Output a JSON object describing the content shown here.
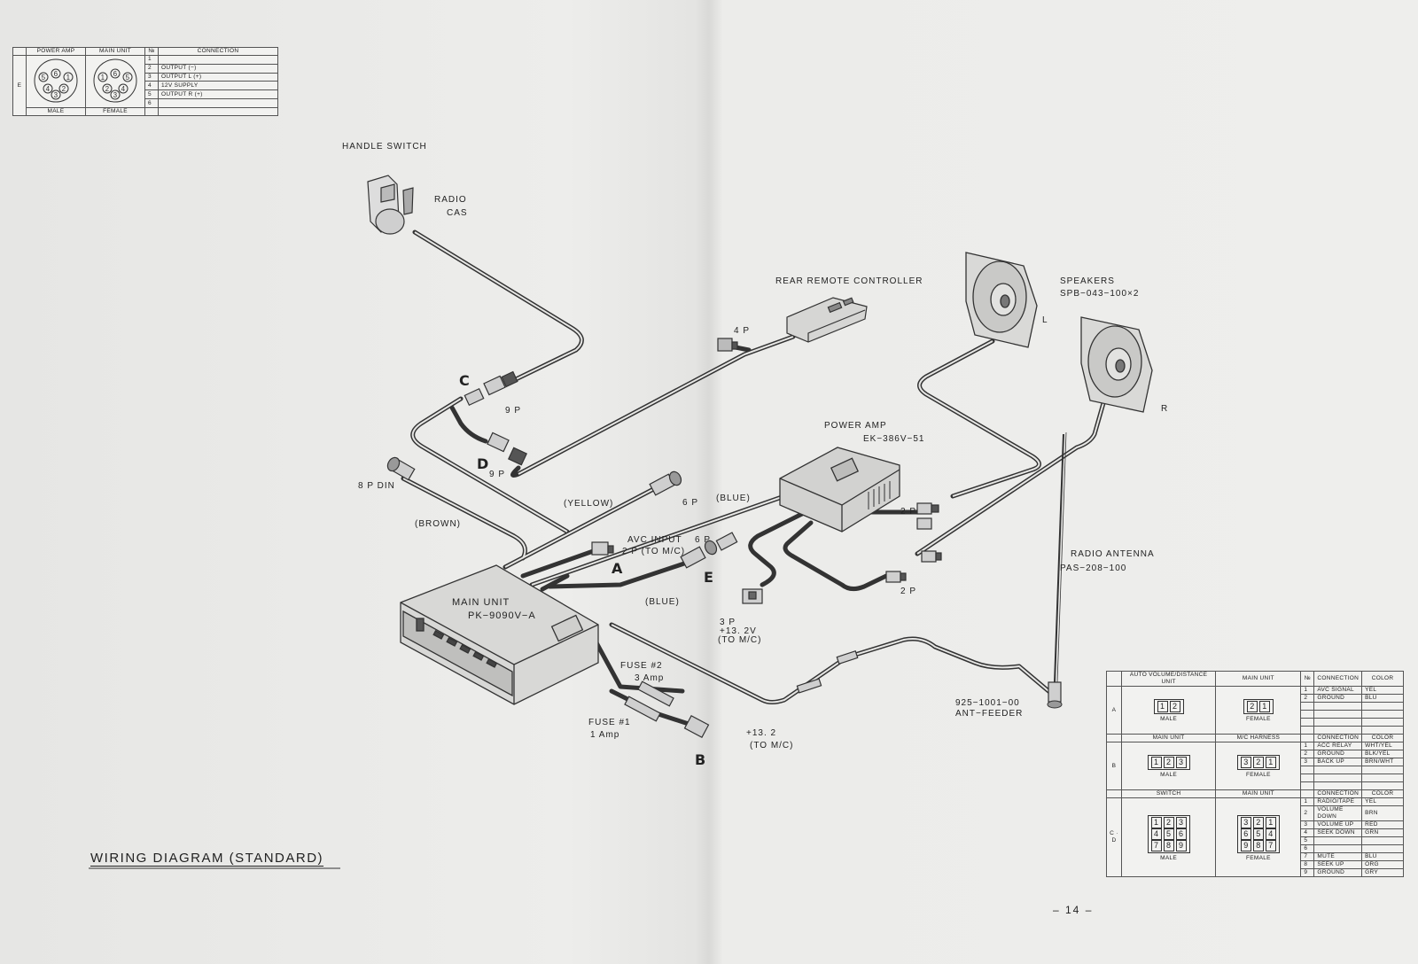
{
  "title": "WIRING DIAGRAM (STANDARD)",
  "page_number": "– 14 –",
  "labels": {
    "handle_switch": "HANDLE SWITCH",
    "radio": "RADIO",
    "cas": "CAS",
    "rear_remote": "REAR REMOTE CONTROLLER",
    "four_p": "4 P",
    "speakers": "SPEAKERS",
    "speakers_model": "SPB−043−100×2",
    "left": "L",
    "right": "R",
    "c": "C",
    "d": "D",
    "nine_p_c": "9 P",
    "nine_p_d": "9 P",
    "power_amp": "POWER AMP",
    "power_amp_model": "EK−386V−51",
    "eight_p_din": "8 P DIN",
    "brown": "(BROWN)",
    "yellow": "(YELLOW)",
    "six_p_top": "6 P",
    "blue_top": "(BLUE)",
    "avc_input": "AVC INPUT",
    "avc_input_2": "2 P (TO M/C)",
    "six_p_e": "6 P",
    "a": "A",
    "e": "E",
    "blue_bottom": "(BLUE)",
    "two_p_1": "2 P",
    "two_p_2": "2 P",
    "main_unit": "MAIN UNIT",
    "main_unit_model": "PK−9090V−A",
    "three_p": "3 P",
    "v132": "+13. 2V",
    "to_mc": "(TO M/C)",
    "radio_antenna": "RADIO ANTENNA",
    "antenna_model": "PAS−208−100",
    "fuse2": "FUSE #2",
    "fuse2_amp": "3 Amp",
    "fuse1": "FUSE #1",
    "fuse1_amp": "1 Amp",
    "b": "B",
    "plus132": "+13. 2",
    "to_mc2": "(TO M/C)",
    "ant_feeder_no": "925−1001−00",
    "ant_feeder": "ANT−FEEDER"
  },
  "table_e": {
    "headers": [
      "POWER AMP",
      "MAIN UNIT",
      "№",
      "CONNECTION"
    ],
    "row_label": "E",
    "male": "MALE",
    "female": "FEMALE",
    "rows": [
      {
        "no": "1",
        "conn": ""
      },
      {
        "no": "2",
        "conn": "OUTPUT (−)"
      },
      {
        "no": "3",
        "conn": "OUTPUT L (+)"
      },
      {
        "no": "4",
        "conn": "12V SUPPLY"
      },
      {
        "no": "5",
        "conn": "OUTPUT R (+)"
      },
      {
        "no": "6",
        "conn": ""
      }
    ]
  },
  "table_abc": {
    "a": {
      "headers": [
        "AUTO VOLUME/DISTANCE UNIT",
        "MAIN UNIT",
        "№",
        "CONNECTION",
        "COLOR"
      ],
      "label": "A",
      "male": "MALE",
      "female": "FEMALE",
      "rows": [
        {
          "no": "1",
          "conn": "AVC SIGNAL",
          "color": "YEL"
        },
        {
          "no": "2",
          "conn": "GROUND",
          "color": "BLU"
        }
      ]
    },
    "b": {
      "headers": [
        "MAIN UNIT",
        "M/C HARNESS",
        "CONNECTION",
        "COLOR"
      ],
      "label": "B",
      "male": "MALE",
      "female": "FEMALE",
      "rows": [
        {
          "no": "1",
          "conn": "ACC RELAY",
          "color": "WHT/YEL"
        },
        {
          "no": "2",
          "conn": "GROUND",
          "color": "BLK/YEL"
        },
        {
          "no": "3",
          "conn": "BACK UP",
          "color": "BRN/WHT"
        }
      ]
    },
    "cd": {
      "headers": [
        "SWITCH",
        "MAIN UNIT",
        "CONNECTION",
        "COLOR"
      ],
      "label": "C · D",
      "male": "MALE",
      "female": "FEMALE",
      "rows": [
        {
          "no": "1",
          "conn": "RADIO/TAPE",
          "color": "YEL"
        },
        {
          "no": "2",
          "conn": "VOLUME DOWN",
          "color": "BRN"
        },
        {
          "no": "3",
          "conn": "VOLUME UP",
          "color": "RED"
        },
        {
          "no": "4",
          "conn": "SEEK DOWN",
          "color": "GRN"
        },
        {
          "no": "5",
          "conn": "",
          "color": ""
        },
        {
          "no": "6",
          "conn": "",
          "color": ""
        },
        {
          "no": "7",
          "conn": "MUTE",
          "color": "BLU"
        },
        {
          "no": "8",
          "conn": "SEEK UP",
          "color": "ORG"
        },
        {
          "no": "9",
          "conn": "GROUND",
          "color": "GRY"
        }
      ]
    }
  },
  "colors": {
    "ink": "#2a2a2a",
    "paper": "#ebebe9"
  }
}
